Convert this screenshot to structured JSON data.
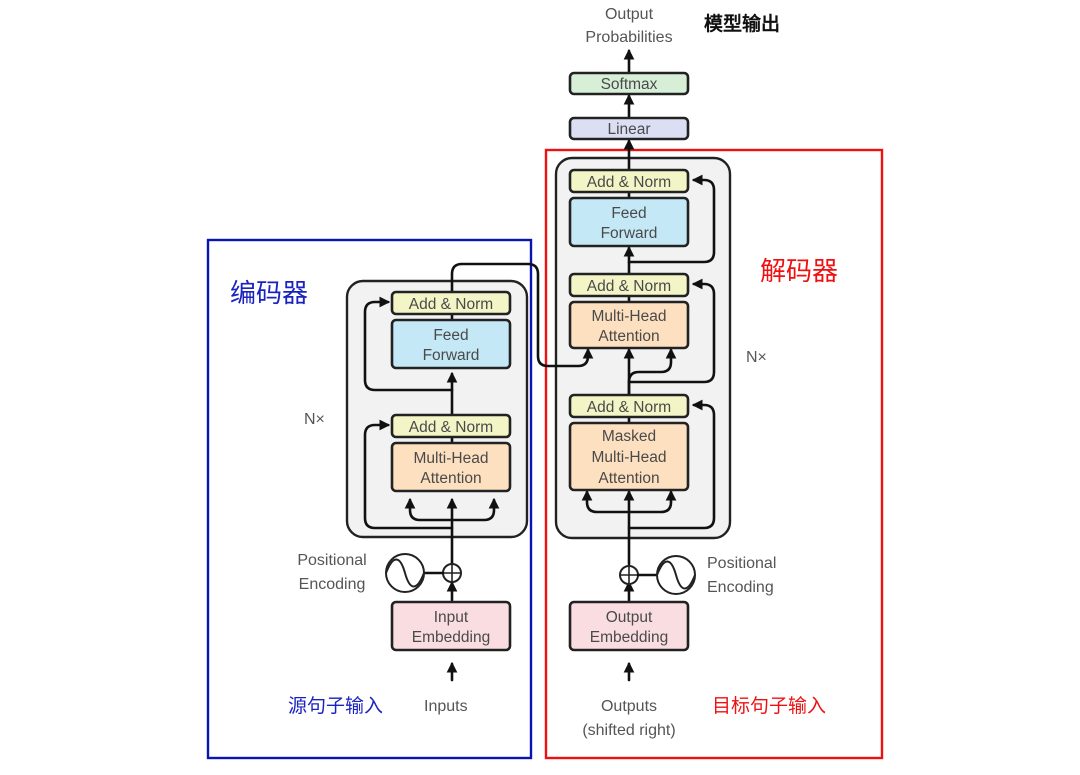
{
  "title_cn": "模型输出",
  "output_label": [
    "Output",
    "Probabilities"
  ],
  "colors": {
    "encoder_frame": "#0a14b4",
    "decoder_frame": "#ee1111",
    "add_norm": "#f3f5c6",
    "feed_forward": "#c5e8f7",
    "attention": "#fde0bf",
    "embedding": "#f9dde0",
    "softmax": "#d7efd7",
    "linear": "#dcdff3",
    "stack_bg": "#f2f2f2"
  },
  "encoder": {
    "label_cn": "编码器",
    "repeat_label": "N×",
    "blocks": {
      "add_norm_top": "Add & Norm",
      "feed_forward": [
        "Feed",
        "Forward"
      ],
      "add_norm_bottom": "Add & Norm",
      "attention": [
        "Multi-Head",
        "Attention"
      ],
      "embedding": [
        "Input",
        "Embedding"
      ]
    },
    "positional_encoding": [
      "Positional",
      "Encoding"
    ],
    "input_label": "Inputs",
    "input_cn": "源句子输入"
  },
  "decoder": {
    "label_cn": "解码器",
    "repeat_label": "N×",
    "blocks": {
      "add_norm_top": "Add & Norm",
      "feed_forward": [
        "Feed",
        "Forward"
      ],
      "add_norm_mid": "Add & Norm",
      "cross_attention": [
        "Multi-Head",
        "Attention"
      ],
      "add_norm_bottom": "Add & Norm",
      "masked_attention": [
        "Masked",
        "Multi-Head",
        "Attention"
      ],
      "embedding": [
        "Output",
        "Embedding"
      ]
    },
    "positional_encoding": [
      "Positional",
      "Encoding"
    ],
    "output_label": [
      "Outputs",
      "(shifted right)"
    ],
    "output_cn": "目标句子输入"
  },
  "head": {
    "softmax": "Softmax",
    "linear": "Linear"
  }
}
